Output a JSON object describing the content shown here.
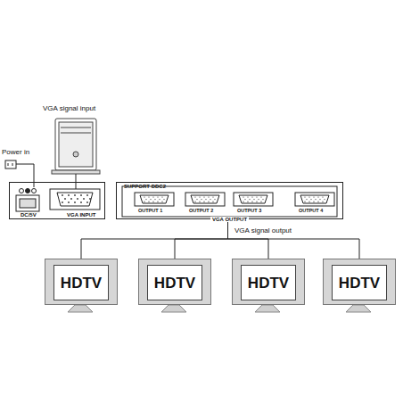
{
  "diagram": {
    "nodes": [
      {
        "text": [
          "DC/5V",
          "VGA INPUT"
        ]
      },
      {
        "text": [
          "SUPPORT DDC2",
          "VGA OUTPUT"
        ]
      },
      {
        "text": [
          "HDTV"
        ]
      },
      {
        "text": [
          "HDTV"
        ]
      },
      {
        "text": [
          "HDTV"
        ]
      },
      {
        "text": [
          "HDTV"
        ]
      }
    ],
    "edges": [
      {
        "from": 1,
        "to": 2,
        "arrow": "none"
      },
      {
        "from": 1,
        "to": 3,
        "arrow": "none"
      },
      {
        "from": 1,
        "to": 4,
        "arrow": "none"
      },
      {
        "from": 1,
        "to": 5,
        "arrow": "none"
      }
    ],
    "labels": [
      "VGA signal input",
      "Power in",
      "OUTPUT 1",
      "OUTPUT 2",
      "OUTPUT 3",
      "OUTPUT 4",
      "VGA signal output"
    ]
  }
}
